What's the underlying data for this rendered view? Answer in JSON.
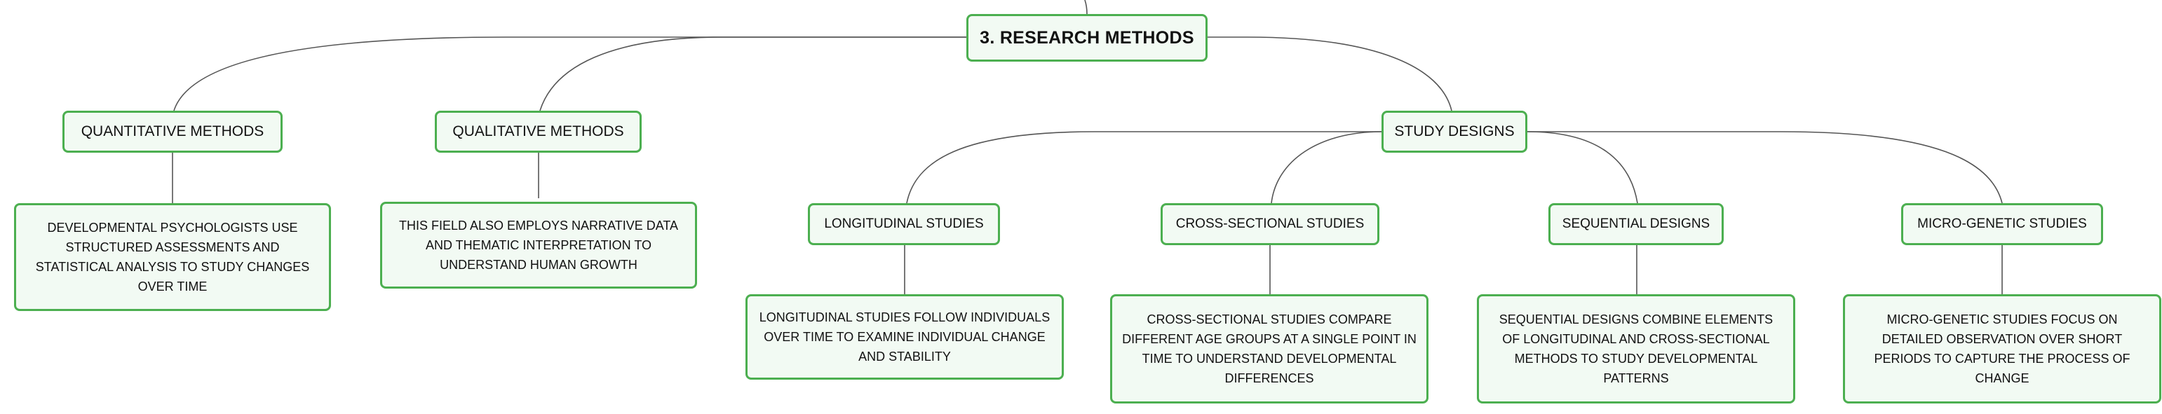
{
  "diagram": {
    "root": {
      "label": "3. RESEARCH METHODS"
    },
    "branches": {
      "quantitative": {
        "label": "QUANTITATIVE METHODS",
        "detail": "DEVELOPMENTAL PSYCHOLOGISTS USE STRUCTURED ASSESSMENTS AND STATISTICAL ANALYSIS TO STUDY CHANGES OVER TIME"
      },
      "qualitative": {
        "label": "QUALITATIVE METHODS",
        "detail": "THIS FIELD ALSO EMPLOYS NARRATIVE DATA AND THEMATIC INTERPRETATION TO UNDERSTAND HUMAN GROWTH"
      },
      "study_designs": {
        "label": "STUDY DESIGNS",
        "children": [
          {
            "label": "LONGITUDINAL STUDIES",
            "detail": "LONGITUDINAL STUDIES FOLLOW INDIVIDUALS OVER TIME TO EXAMINE INDIVIDUAL CHANGE AND STABILITY"
          },
          {
            "label": "CROSS-SECTIONAL STUDIES",
            "detail": "CROSS-SECTIONAL STUDIES COMPARE DIFFERENT AGE GROUPS AT A SINGLE POINT IN TIME TO UNDERSTAND DEVELOPMENTAL DIFFERENCES"
          },
          {
            "label": "SEQUENTIAL DESIGNS",
            "detail": "SEQUENTIAL DESIGNS COMBINE ELEMENTS OF LONGITUDINAL AND CROSS-SECTIONAL METHODS TO STUDY DEVELOPMENTAL PATTERNS"
          },
          {
            "label": "MICRO-GENETIC STUDIES",
            "detail": "MICRO-GENETIC STUDIES FOCUS ON DETAILED OBSERVATION OVER SHORT PERIODS TO CAPTURE THE PROCESS OF CHANGE"
          }
        ]
      }
    }
  },
  "colors": {
    "node_border": "#4caf50",
    "node_fill": "#f2faf3",
    "connector": "#555555",
    "text": "#111111"
  }
}
